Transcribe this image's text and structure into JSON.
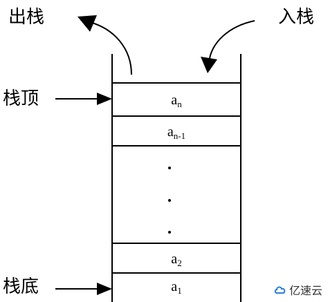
{
  "labels": {
    "pop": "出栈",
    "push": "入栈",
    "top": "栈顶",
    "bottom": "栈底"
  },
  "stack": {
    "top_cell": {
      "base": "a",
      "sub": "n"
    },
    "second_cell": {
      "base": "a",
      "sub": "n-1"
    },
    "second_last_cell": {
      "base": "a",
      "sub": "2"
    },
    "bottom_cell": {
      "base": "a",
      "sub": "1"
    },
    "ellipsis": ".",
    "ellipsis_count": 3
  },
  "branding": {
    "name": "亿速云"
  }
}
